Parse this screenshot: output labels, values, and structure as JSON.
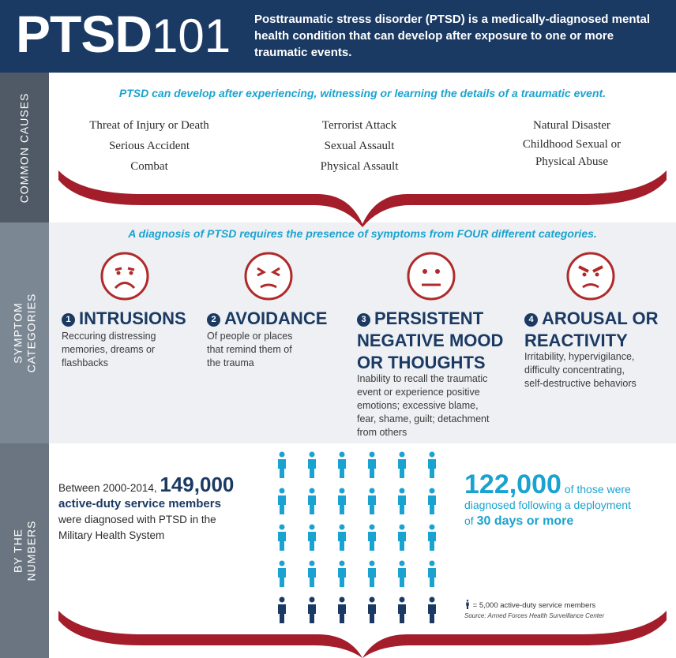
{
  "header": {
    "logo_bold": "PTSD",
    "logo_light": "101",
    "description": "Posttraumatic stress disorder (PTSD) is a medically-diagnosed mental health condition that can develop after exposure to one or more traumatic events."
  },
  "sidebar": {
    "common_causes": "COMMON CAUSES",
    "symptom_line1": "SYMPTOM",
    "symptom_line2": "CATEGORIES",
    "numbers_line1": "BY THE",
    "numbers_line2": "NUMBERS"
  },
  "causes": {
    "tagline": "PTSD can develop after experiencing, witnessing or learning the details of a traumatic event.",
    "col1": [
      "Threat of Injury or Death",
      "Serious Accident",
      "Combat"
    ],
    "col2": [
      "Terrorist Attack",
      "Sexual Assault",
      "Physical Assault"
    ],
    "col3_item1": "Natural Disaster",
    "col3_item2_line1": "Childhood Sexual or",
    "col3_item2_line2": "Physical Abuse"
  },
  "symptoms": {
    "tagline": "A diagnosis of PTSD requires the presence of symptoms from FOUR different categories.",
    "cat1": {
      "num": "1",
      "title": "INTRUSIONS",
      "desc_lines": [
        "Reccuring distressing",
        "memories, dreams or",
        "flashbacks"
      ]
    },
    "cat2": {
      "num": "2",
      "title": "AVOIDANCE",
      "desc_lines": [
        "Of people or places",
        "that remind them of",
        "the trauma"
      ]
    },
    "cat3": {
      "num": "3",
      "title_lines": [
        "PERSISTENT",
        "NEGATIVE MOOD",
        "OR THOUGHTS"
      ],
      "desc_lines": [
        "Inability to recall the traumatic",
        "event or experience positive",
        "emotions; excessive blame,",
        "fear, shame, guilt; detachment",
        "from others"
      ]
    },
    "cat4": {
      "num": "4",
      "title_lines": [
        "AROUSAL OR",
        "REACTIVITY"
      ],
      "desc_lines": [
        "Irritability, hypervigilance,",
        "difficulty concentrating,",
        "self-destructive behaviors"
      ]
    }
  },
  "numbers": {
    "left_prefix": "Between 2000-2014,",
    "left_big": "149,000",
    "left_strong": "active-duty service members",
    "left_rest_line1": "were diagnosed with PTSD in the",
    "left_rest_line2": "Military Health System",
    "right_big": "122,000",
    "right_text1": " of those were",
    "right_text2": "diagnosed following a deployment",
    "right_text3": "of ",
    "right_strong": "30 days or more",
    "legend": "= 5,000 active-duty service members",
    "source": "Source: Armed Forces Health Surveillance Center",
    "icons_total": 30,
    "icons_highlighted": 24,
    "colors": {
      "highlight": "#1aa3d0",
      "other": "#1b3a63"
    }
  },
  "colors": {
    "navy": "#1b3a63",
    "cyan": "#1aa3d0",
    "brace": "#a31d2a",
    "face": "#b02a2a"
  }
}
